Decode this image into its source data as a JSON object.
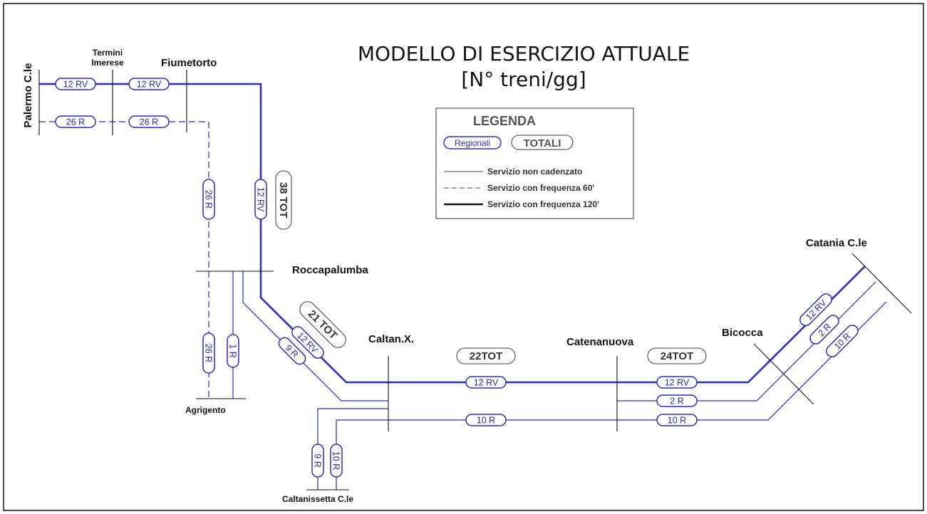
{
  "title": {
    "line1": "MODELLO DI ESERCIZIO ATTUALE",
    "line2": "[N° treni/gg]"
  },
  "legend": {
    "title": "LEGENDA",
    "regional_sample": "Regionali",
    "total_sample": "TOTALI",
    "items": [
      {
        "style": "thin",
        "label": "Servizio non cadenzato"
      },
      {
        "style": "dashed",
        "label": "Servizio con frequenza 60'"
      },
      {
        "style": "thick",
        "label": "Servizio con frequenza 120'"
      }
    ]
  },
  "stations": {
    "palermo": "Palermo C.le",
    "termini_1": "Termini",
    "termini_2": "Imerese",
    "fiumetorto": "Fiumetorto",
    "roccapalumba": "Roccapalumba",
    "agrigento": "Agrigento",
    "caltanx": "Caltan.X.",
    "caltanissetta": "Caltanissetta C.le",
    "catenanuova": "Catenanuova",
    "bicocca": "Bicocca",
    "catania": "Catania C.le"
  },
  "services": {
    "rv12": "12 RV",
    "r26": "26 R",
    "r1": "1 R",
    "r9": "9 R",
    "r10": "10 R",
    "r2": "2 R"
  },
  "totals": {
    "t38": "38 TOT",
    "t21": "21 TOT",
    "t22": "22TOT",
    "t24": "24TOT"
  },
  "colors": {
    "line": "#2e2eb8",
    "frame": "#111111",
    "legend_border": "#555555"
  }
}
